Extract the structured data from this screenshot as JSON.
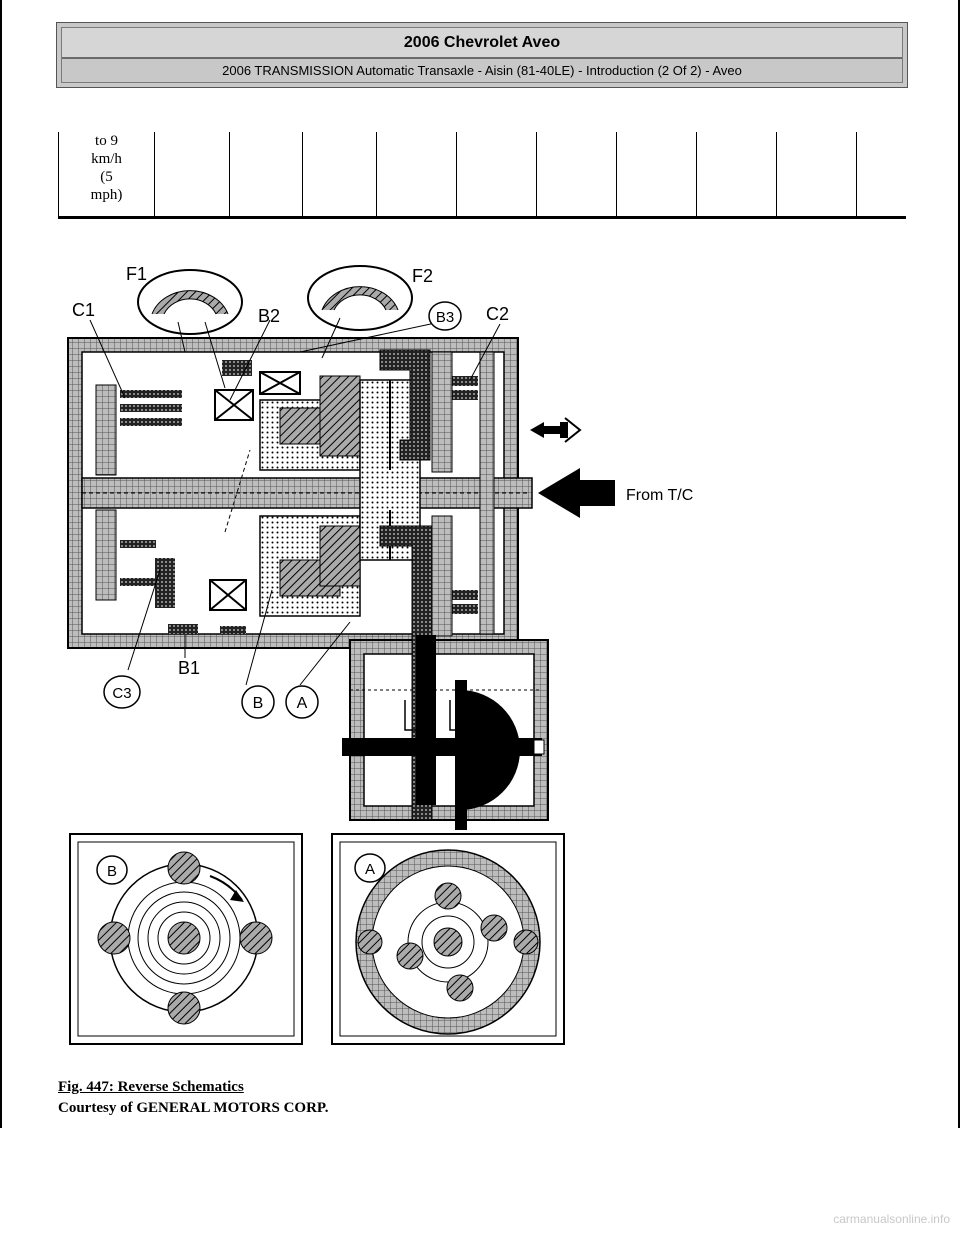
{
  "header": {
    "title": "2006 Chevrolet Aveo",
    "subtitle": "2006 TRANSMISSION Automatic Transaxle - Aisin (81-40LE) - Introduction (2 Of 2) - Aveo"
  },
  "table_fragment": {
    "first_cell_lines": [
      "to 9",
      "km/h",
      "(5",
      "mph)"
    ],
    "empty_cell_count": 9
  },
  "figure": {
    "labels": {
      "f1": "F1",
      "f2": "F2",
      "c1": "C1",
      "b2": "B2",
      "b3": "B3",
      "c2": "C2",
      "c3": "C3",
      "b1": "B1",
      "b": "B",
      "a": "A",
      "detail_b": "B",
      "detail_a": "A",
      "from_tc": "From T/C"
    }
  },
  "caption": {
    "title": "Fig. 447: Reverse Schematics",
    "courtesy": "Courtesy of GENERAL MOTORS CORP."
  },
  "watermark": "carmanualsonline.info"
}
